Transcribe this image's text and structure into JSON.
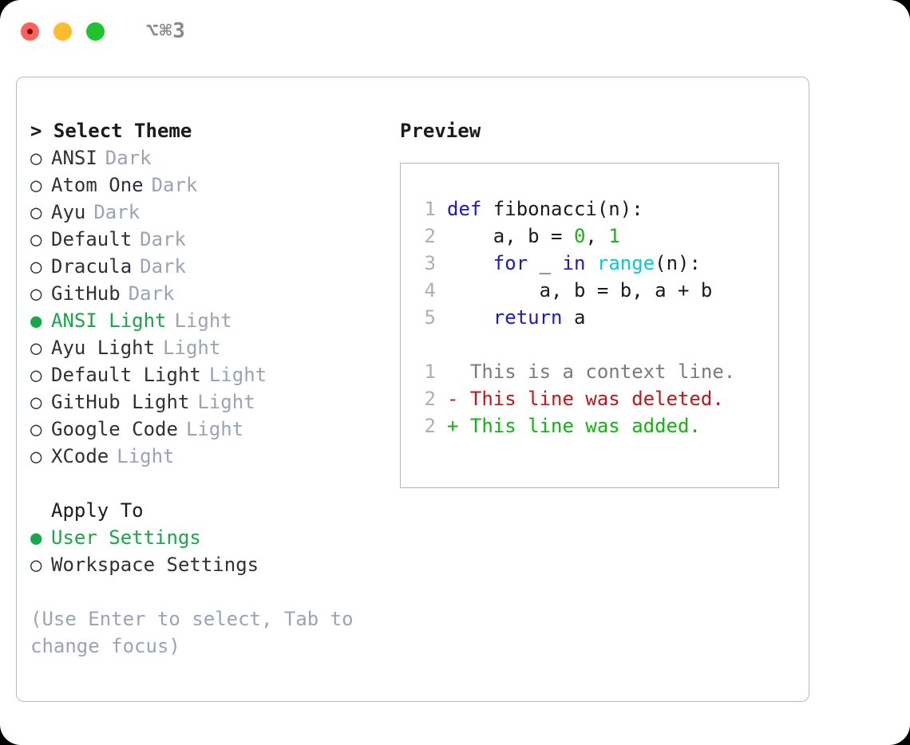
{
  "titlebar": {
    "shortcut": "⌥⌘3",
    "buttons": [
      "close",
      "minimize",
      "maximize"
    ]
  },
  "theme_picker": {
    "heading": "> Select Theme",
    "selected_marker": "●",
    "unselected_marker": "○",
    "items": [
      {
        "label": "ANSI",
        "tag": "Dark",
        "selected": false
      },
      {
        "label": "Atom One",
        "tag": "Dark",
        "selected": false
      },
      {
        "label": "Ayu",
        "tag": "Dark",
        "selected": false
      },
      {
        "label": "Default",
        "tag": "Dark",
        "selected": false
      },
      {
        "label": "Dracula",
        "tag": "Dark",
        "selected": false
      },
      {
        "label": "GitHub",
        "tag": "Dark",
        "selected": false
      },
      {
        "label": "ANSI Light",
        "tag": "Light",
        "selected": true
      },
      {
        "label": "Ayu Light",
        "tag": "Light",
        "selected": false
      },
      {
        "label": "Default Light",
        "tag": "Light",
        "selected": false
      },
      {
        "label": "GitHub Light",
        "tag": "Light",
        "selected": false
      },
      {
        "label": "Google Code",
        "tag": "Light",
        "selected": false
      },
      {
        "label": "XCode",
        "tag": "Light",
        "selected": false
      }
    ]
  },
  "apply_to": {
    "heading": "Apply To",
    "items": [
      {
        "label": "User Settings",
        "selected": true
      },
      {
        "label": "Workspace Settings",
        "selected": false
      }
    ]
  },
  "hint": "(Use Enter to select, Tab to change focus)",
  "preview": {
    "title": "Preview",
    "code_lines": [
      {
        "num": "1",
        "tokens": [
          {
            "t": "def",
            "c": "kw"
          },
          {
            "t": " fibonacci(n):",
            "c": "plain"
          }
        ]
      },
      {
        "num": "2",
        "tokens": [
          {
            "t": "    a, b = ",
            "c": "plain"
          },
          {
            "t": "0",
            "c": "num"
          },
          {
            "t": ", ",
            "c": "plain"
          },
          {
            "t": "1",
            "c": "num"
          }
        ]
      },
      {
        "num": "3",
        "tokens": [
          {
            "t": "    ",
            "c": "plain"
          },
          {
            "t": "for",
            "c": "kw"
          },
          {
            "t": " _ ",
            "c": "plain"
          },
          {
            "t": "in",
            "c": "kw"
          },
          {
            "t": " ",
            "c": "plain"
          },
          {
            "t": "range",
            "c": "fn"
          },
          {
            "t": "(n):",
            "c": "plain"
          }
        ]
      },
      {
        "num": "4",
        "tokens": [
          {
            "t": "        a, b = b, a + b",
            "c": "plain"
          }
        ]
      },
      {
        "num": "5",
        "tokens": [
          {
            "t": "    ",
            "c": "plain"
          },
          {
            "t": "return",
            "c": "kw"
          },
          {
            "t": " a",
            "c": "plain"
          }
        ]
      }
    ],
    "diff_lines": [
      {
        "num": "1",
        "marker": "  ",
        "text": "This is a context line.",
        "kind": "d-ctx"
      },
      {
        "num": "2",
        "marker": "- ",
        "text": "This line was deleted.",
        "kind": "d-del"
      },
      {
        "num": "2",
        "marker": "+ ",
        "text": "This line was added.",
        "kind": "d-add"
      }
    ]
  },
  "colors": {
    "accent_green": "#16a94a",
    "keyword_blue": "#1a16e0",
    "function_cyan": "#00cdd6",
    "number_green": "#14b814",
    "diff_added": "#0bb80b",
    "diff_deleted": "#c81414",
    "muted_gray": "#9aa4b2",
    "border": "#b3bdc9"
  }
}
